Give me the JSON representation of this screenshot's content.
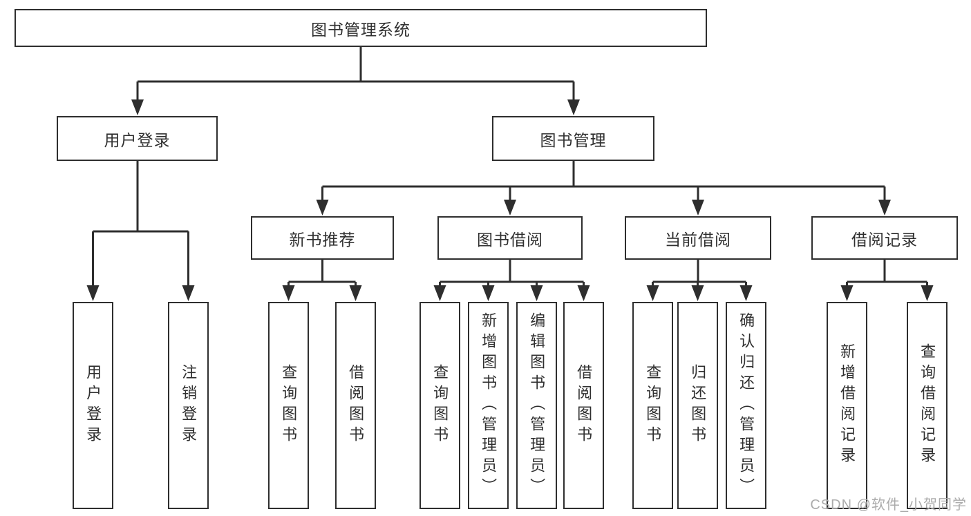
{
  "diagram": {
    "colors": {
      "line": "#2e2e2e",
      "text": "#2f2f2f",
      "watermark": "#ababab",
      "background": "#ffffff"
    },
    "tree": {
      "label": "图书管理系统",
      "children": [
        {
          "label": "用户登录",
          "children": [
            {
              "label": "用户登录"
            },
            {
              "label": "注销登录"
            }
          ]
        },
        {
          "label": "图书管理",
          "children": [
            {
              "label": "新书推荐",
              "children": [
                {
                  "label": "查询图书"
                },
                {
                  "label": "借阅图书"
                }
              ]
            },
            {
              "label": "图书借阅",
              "children": [
                {
                  "label": "查询图书"
                },
                {
                  "label": "新增图书（管理员）"
                },
                {
                  "label": "编辑图书（管理员）"
                },
                {
                  "label": "借阅图书"
                }
              ]
            },
            {
              "label": "当前借阅",
              "children": [
                {
                  "label": "查询图书"
                },
                {
                  "label": "归还图书"
                },
                {
                  "label": "确认归还（管理员）"
                }
              ]
            },
            {
              "label": "借阅记录",
              "children": [
                {
                  "label": "新增借阅记录"
                },
                {
                  "label": "查询借阅记录"
                }
              ]
            }
          ]
        }
      ]
    },
    "watermark": "CSDN @软件_小贺同学"
  }
}
